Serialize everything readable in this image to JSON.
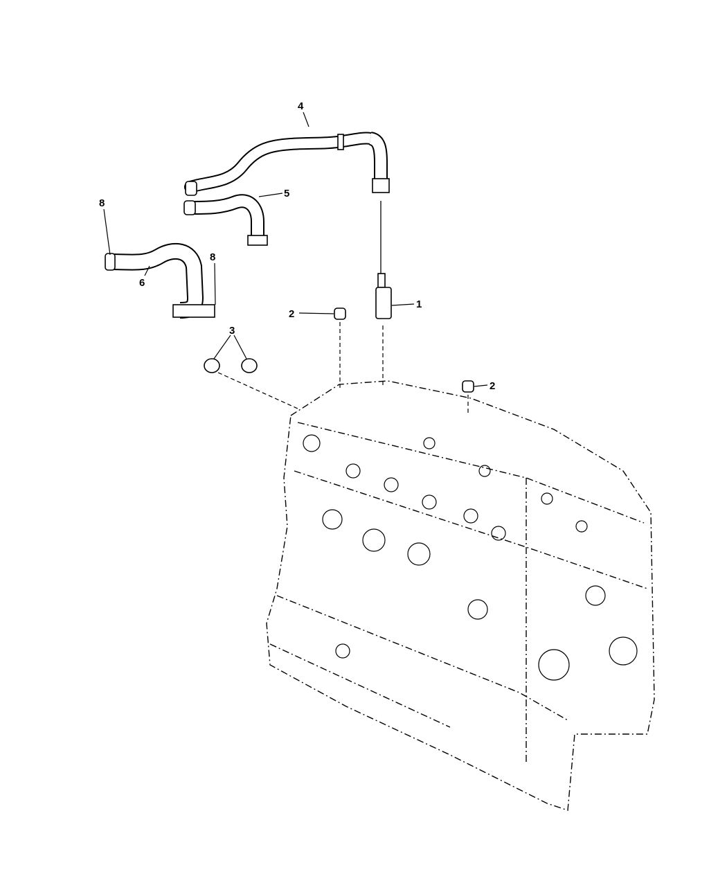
{
  "diagram": {
    "callouts": [
      {
        "id": "callout-1",
        "label": "1"
      },
      {
        "id": "callout-2a",
        "label": "2"
      },
      {
        "id": "callout-2b",
        "label": "2"
      },
      {
        "id": "callout-3",
        "label": "3"
      },
      {
        "id": "callout-4",
        "label": "4"
      },
      {
        "id": "callout-5",
        "label": "5"
      },
      {
        "id": "callout-6",
        "label": "6"
      },
      {
        "id": "callout-8a",
        "label": "8"
      },
      {
        "id": "callout-8b",
        "label": "8"
      }
    ]
  }
}
